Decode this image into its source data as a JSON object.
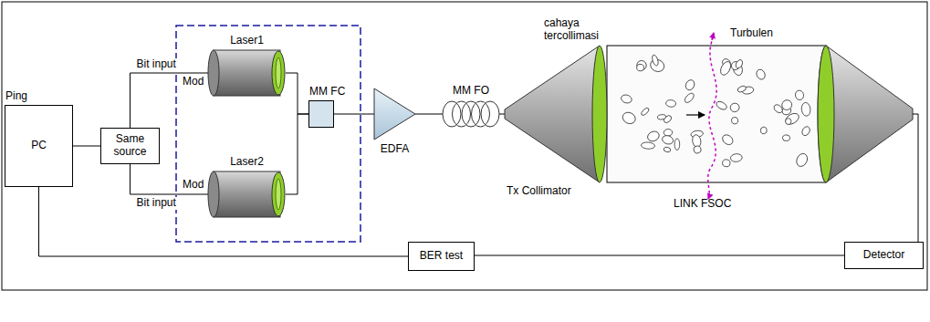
{
  "diagram": {
    "nodes": [
      {
        "text": [
          "Ping",
          "PC"
        ]
      },
      {
        "text": [
          "Same source"
        ]
      },
      {
        "text": [
          "Laser1"
        ]
      },
      {
        "text": [
          "Laser2"
        ]
      },
      {
        "text": [
          "MM FC"
        ]
      },
      {
        "text": [
          "EDFA"
        ]
      },
      {
        "text": [
          "MM FO"
        ]
      },
      {
        "text": [
          "Tx Collimator"
        ]
      },
      {
        "text": [
          "BER test"
        ]
      },
      {
        "text": [
          "Detector"
        ]
      }
    ],
    "edges": [
      {
        "from": 0,
        "to": 1,
        "arrow": "none"
      },
      {
        "from": 1,
        "to": 2,
        "label": "Bit input",
        "arrow": "none"
      },
      {
        "from": 1,
        "to": 3,
        "label": "Bit input",
        "arrow": "none"
      },
      {
        "from": 2,
        "to": 4,
        "arrow": "none"
      },
      {
        "from": 3,
        "to": 4,
        "arrow": "none"
      },
      {
        "from": 4,
        "to": 5,
        "arrow": "none"
      },
      {
        "from": 5,
        "to": 6,
        "arrow": "none"
      },
      {
        "from": 6,
        "to": 7,
        "arrow": "none"
      },
      {
        "from": 9,
        "to": 8,
        "arrow": "none"
      },
      {
        "from": 0,
        "to": 8,
        "arrow": "none"
      }
    ],
    "labels": [
      "Mod",
      "Mod",
      "cahaya tercollimasi",
      "Turbulen",
      "LINK FSOC"
    ]
  }
}
